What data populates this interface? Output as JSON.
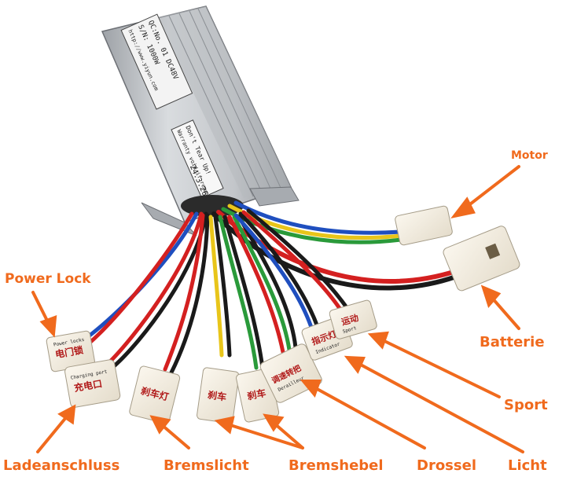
{
  "colors": {
    "accent": "#f06a1d",
    "housing": "#c9ccd0",
    "wire_red": "#d42020",
    "wire_black": "#1a1a1a",
    "wire_blue": "#1f4fbf",
    "wire_yellow": "#e8c51a",
    "wire_green": "#2a9a3a",
    "wire_white": "#f2f2f2",
    "connector": "#f4eee2"
  },
  "labels": {
    "motor": "Motor",
    "power_lock": "Power Lock",
    "batterie": "Batterie",
    "sport": "Sport",
    "ladeanschluss": "Ladeanschluss",
    "bremslicht": "Bremslicht",
    "bremshebel": "Bremshebel",
    "drossel": "Drossel",
    "licht": "Licht"
  },
  "controller": {
    "qc_line": "QC:No. 01 DC48V",
    "sn_line": "S/N: 1000W",
    "url_line": "http://www.yiyun.com",
    "label_line1": "Don't Tear Up!",
    "label_line2": "Warranty void if removed",
    "handwritten": "24.3.26"
  },
  "connector_tags": {
    "power_lock": "电门锁",
    "power_lock_en": "Power locks",
    "charging": "充电口",
    "charging_en": "Charging port",
    "brake_light": "刹车灯",
    "brake1": "刹车",
    "brake2": "刹车",
    "throttle": "调速转把",
    "throttle_en": "Derailleur",
    "light": "指示灯",
    "light_en": "Indicator",
    "sport": "运动",
    "sport_en": "Sport"
  }
}
